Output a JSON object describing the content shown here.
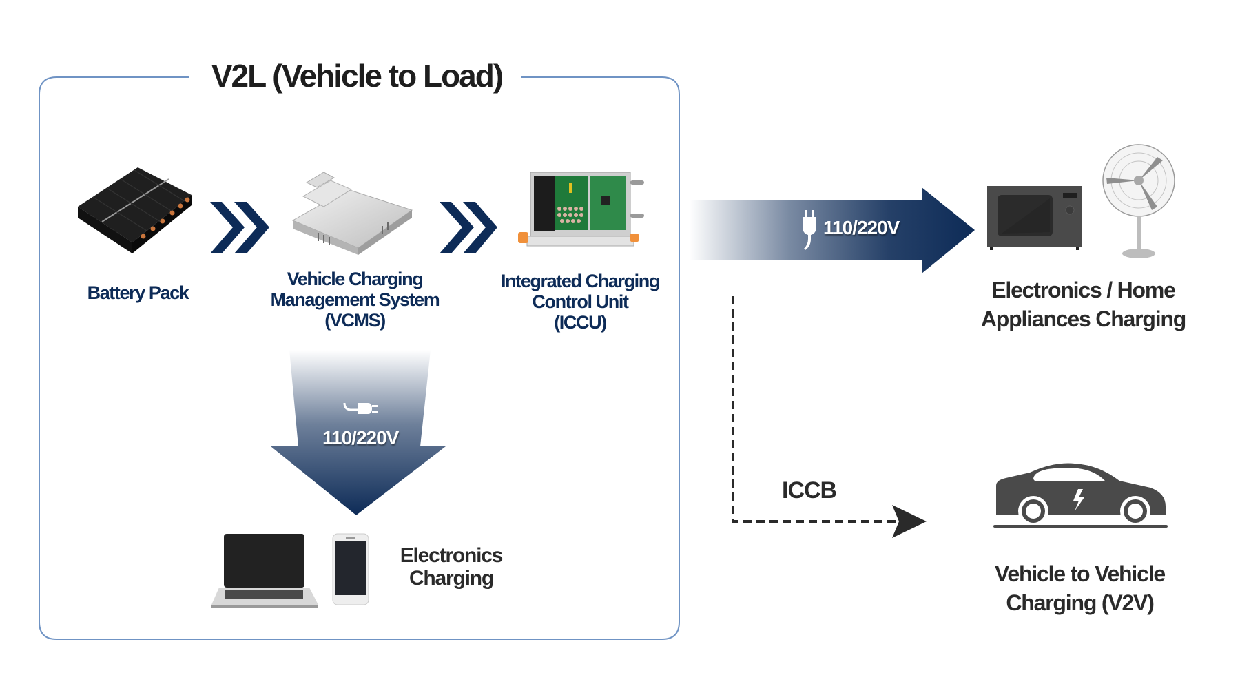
{
  "title": "V2L (Vehicle to Load)",
  "colors": {
    "navy": "#0d2b57",
    "box_border": "#6f93c4",
    "text_dark": "#2a2a2a",
    "icon_gray": "#555555"
  },
  "components": [
    {
      "id": "battery-pack",
      "label_lines": [
        "Battery Pack"
      ]
    },
    {
      "id": "vcms",
      "label_lines": [
        "Vehicle Charging",
        "Management System",
        "(VCMS)"
      ]
    },
    {
      "id": "iccu",
      "label_lines": [
        "Integrated Charging",
        "Control Unit",
        "(ICCU)"
      ]
    }
  ],
  "flow_arrows": {
    "down": {
      "voltage": "110/220V",
      "icon": "plug-icon"
    },
    "right": {
      "voltage": "110/220V",
      "icon": "plug-icon"
    },
    "dashed": {
      "label": "ICCB"
    }
  },
  "outputs": {
    "electronics": {
      "line1": "Electronics",
      "line2": "Charging",
      "icons": [
        "laptop-icon",
        "smartphone-icon"
      ]
    },
    "home_appliances": {
      "line1": "Electronics / Home",
      "line2": "Appliances Charging",
      "icons": [
        "microwave-icon",
        "fan-icon"
      ]
    },
    "v2v": {
      "line1": "Vehicle to Vehicle",
      "line2": "Charging (V2V)",
      "icons": [
        "car-icon"
      ]
    }
  }
}
